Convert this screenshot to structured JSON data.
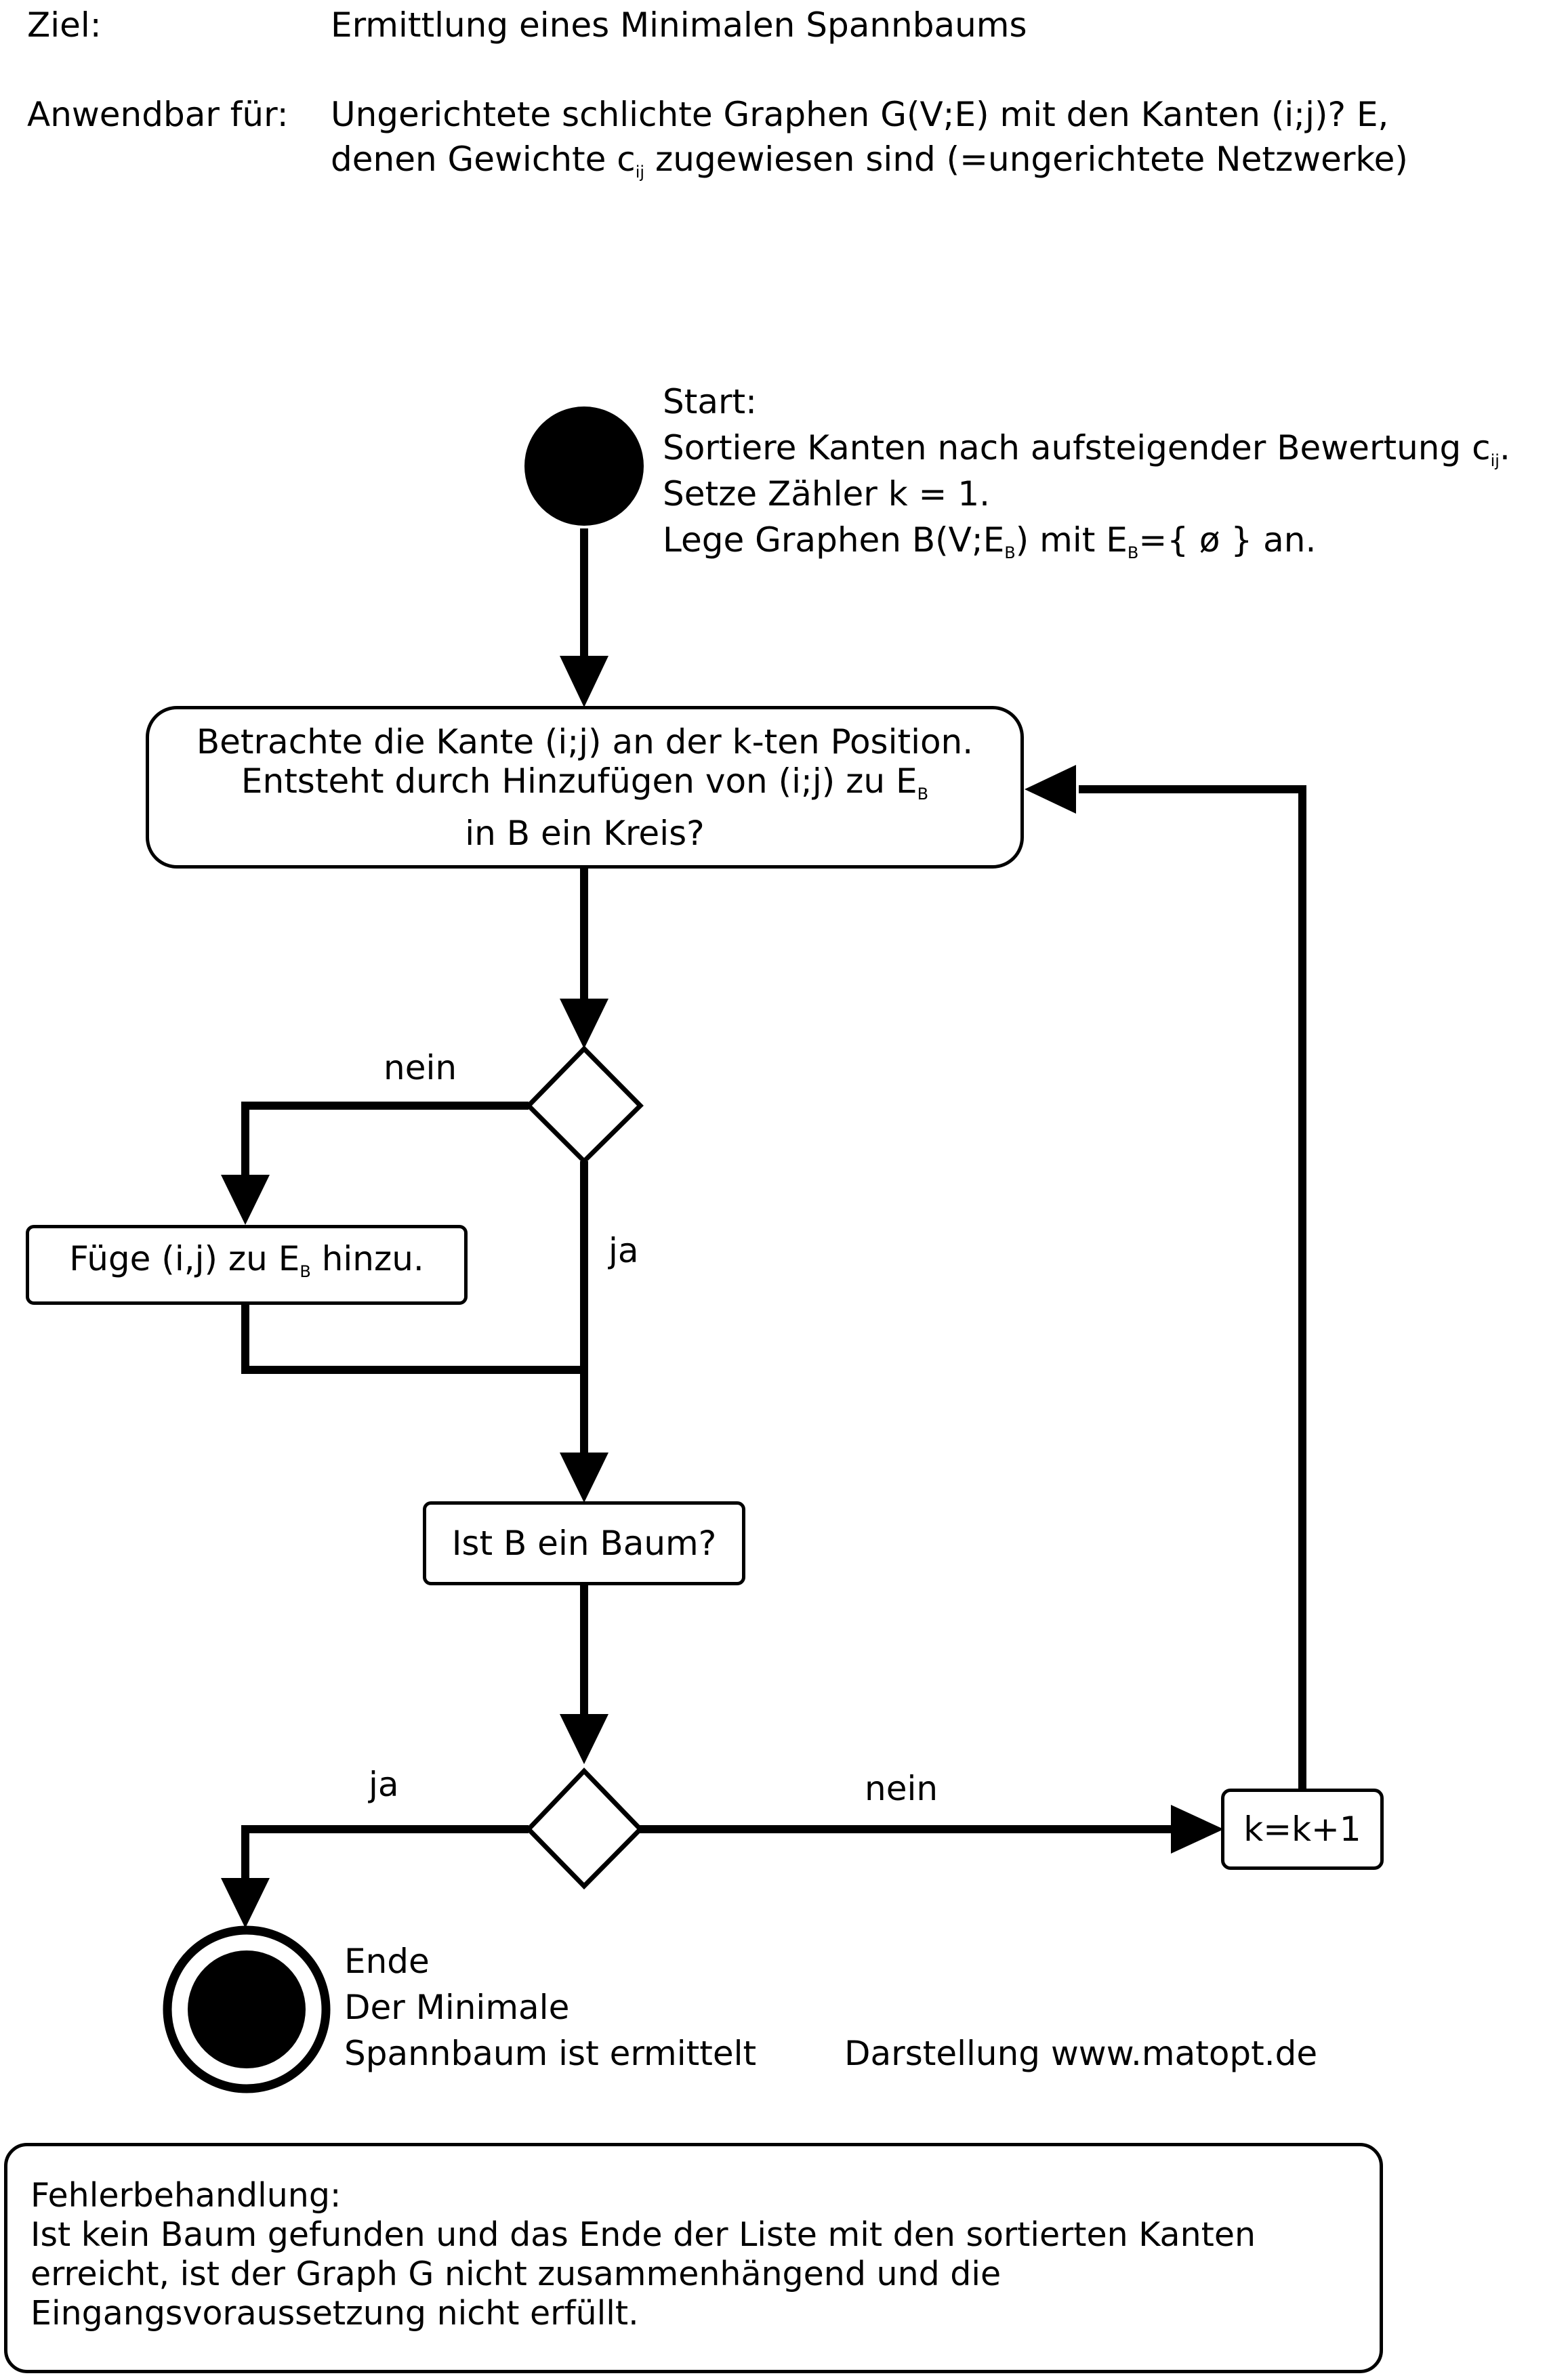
{
  "header": {
    "goal_label": "Ziel:",
    "goal_text": "Ermittlung eines Minimalen Spannbaums",
    "applies_label": "Anwendbar für:",
    "applies_line1": "Ungerichtete schlichte Graphen G(V;E) mit den Kanten (i;j)? E,",
    "applies_line2_a": "denen Gewichte c",
    "applies_line2_sub": "ij",
    "applies_line2_b": " zugewiesen sind (=ungerichtete Netzwerke)"
  },
  "start": {
    "line1": "Start:",
    "line2_a": "Sortiere Kanten nach aufsteigender Bewertung c",
    "line2_sub": "ij",
    "line2_b": ".",
    "line3": "Setze Zähler  k = 1.",
    "line4_a": "Lege Graphen B(V;E",
    "line4_sub1": "B",
    "line4_b": ") mit E",
    "line4_sub2": "B",
    "line4_c": "={ ø } an."
  },
  "consider_box": {
    "line1": "Betrachte die Kante (i;j) an der k-ten Position.",
    "line2_a": "Entsteht durch Hinzufügen von (i;j) zu E",
    "line2_sub": "B",
    "line3": "in B ein Kreis?"
  },
  "add_box": {
    "text_a": "Füge (i,j) zu E",
    "text_sub": "B",
    "text_b": " hinzu."
  },
  "tree_box": {
    "text": "Ist B ein Baum?"
  },
  "increment_box": {
    "text": "k=k+1"
  },
  "labels": {
    "nein_top": "nein",
    "ja_top": "ja",
    "ja_bottom": "ja",
    "nein_bottom": "nein"
  },
  "end": {
    "line1": "Ende",
    "line2": "Der Minimale",
    "line3": "Spannbaum ist ermittelt"
  },
  "credit": "Darstellung  www.matopt.de",
  "error": {
    "title": "Fehlerbehandlung:",
    "line1": "Ist kein Baum  gefunden und das Ende der Liste mit den sortierten Kanten",
    "line2": "erreicht,  ist der Graph G nicht zusammenhängend und die",
    "line3": "Eingangsvoraussetzung nicht erfüllt."
  }
}
